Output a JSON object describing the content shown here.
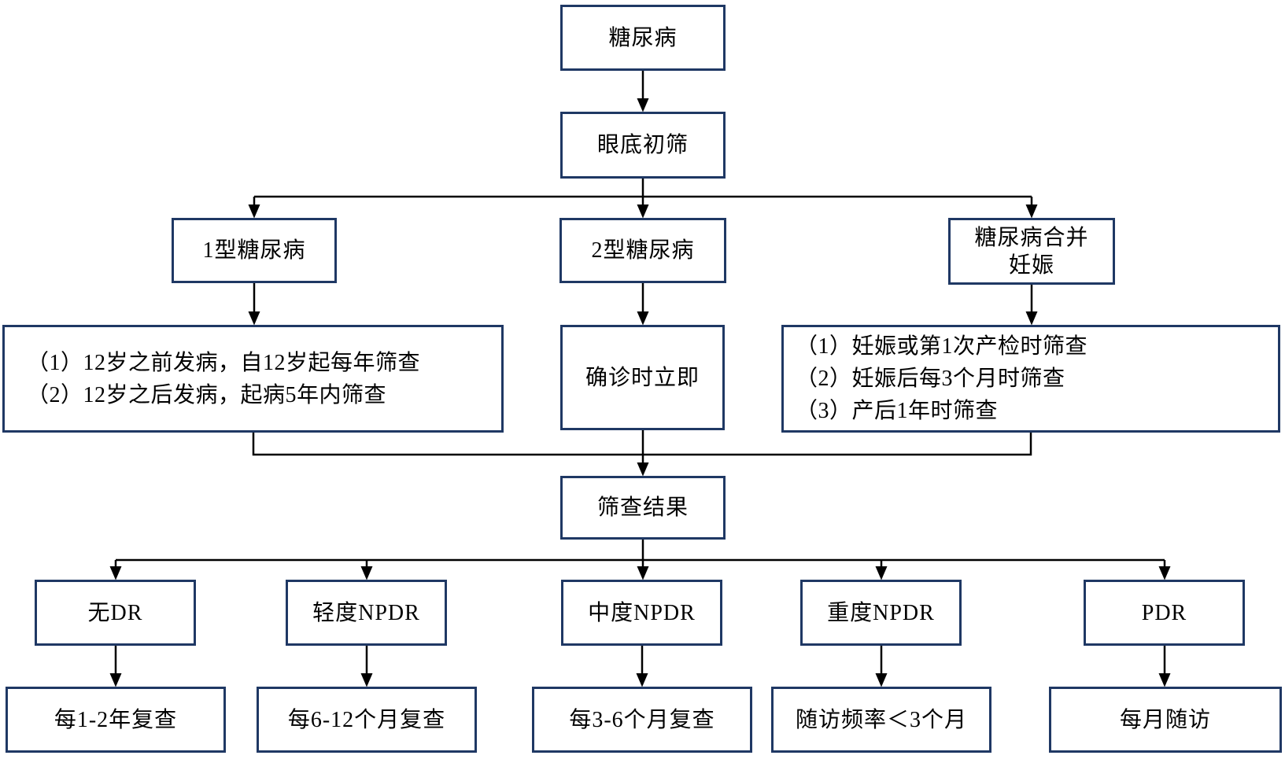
{
  "colors": {
    "box_border": "#1f3864",
    "connector_line": "#000000",
    "text": "#000000",
    "background": "#ffffff"
  },
  "flowchart": {
    "nodes": {
      "diabetes": {
        "label": "糖尿病"
      },
      "fundus_screening": {
        "label": "眼底初筛"
      },
      "type1_diabetes": {
        "label": "1型糖尿病"
      },
      "type2_diabetes": {
        "label": "2型糖尿病"
      },
      "diabetes_with_pregnancy": {
        "lines": [
          "糖尿病合并",
          "妊娠"
        ]
      },
      "type1_screening_schedule": {
        "lines": [
          "（1）12岁之前发病，自12岁起每年筛查",
          "（2）12岁之后发病，起病5年内筛查"
        ]
      },
      "type2_screening_schedule": {
        "label": "确诊时立即"
      },
      "pregnancy_screening_schedule": {
        "lines": [
          "（1）妊娠或第1次产检时筛查",
          "（2）妊娠后每3个月时筛查",
          "（3）产后1年时筛查"
        ]
      },
      "screening_result": {
        "label": "筛查结果"
      },
      "no_dr": {
        "label": "无DR"
      },
      "mild_npdr": {
        "label": "轻度NPDR"
      },
      "moderate_npdr": {
        "label": "中度NPDR"
      },
      "severe_npdr": {
        "label": "重度NPDR"
      },
      "pdr": {
        "label": "PDR"
      },
      "no_dr_followup": {
        "label": "每1-2年复查"
      },
      "mild_npdr_followup": {
        "label": "每6-12个月复查"
      },
      "moderate_npdr_followup": {
        "label": "每3-6个月复查"
      },
      "severe_npdr_followup": {
        "label": "随访频率＜3个月"
      },
      "pdr_followup": {
        "label": "每月随访"
      }
    },
    "edges": [
      [
        "diabetes",
        "fundus_screening"
      ],
      [
        "fundus_screening",
        "type1_diabetes"
      ],
      [
        "fundus_screening",
        "type2_diabetes"
      ],
      [
        "fundus_screening",
        "diabetes_with_pregnancy"
      ],
      [
        "type1_diabetes",
        "type1_screening_schedule"
      ],
      [
        "type2_diabetes",
        "type2_screening_schedule"
      ],
      [
        "diabetes_with_pregnancy",
        "pregnancy_screening_schedule"
      ],
      [
        "type1_screening_schedule",
        "screening_result"
      ],
      [
        "type2_screening_schedule",
        "screening_result"
      ],
      [
        "pregnancy_screening_schedule",
        "screening_result"
      ],
      [
        "screening_result",
        "no_dr"
      ],
      [
        "screening_result",
        "mild_npdr"
      ],
      [
        "screening_result",
        "moderate_npdr"
      ],
      [
        "screening_result",
        "severe_npdr"
      ],
      [
        "screening_result",
        "pdr"
      ],
      [
        "no_dr",
        "no_dr_followup"
      ],
      [
        "mild_npdr",
        "mild_npdr_followup"
      ],
      [
        "moderate_npdr",
        "moderate_npdr_followup"
      ],
      [
        "severe_npdr",
        "severe_npdr_followup"
      ],
      [
        "pdr",
        "pdr_followup"
      ]
    ]
  }
}
